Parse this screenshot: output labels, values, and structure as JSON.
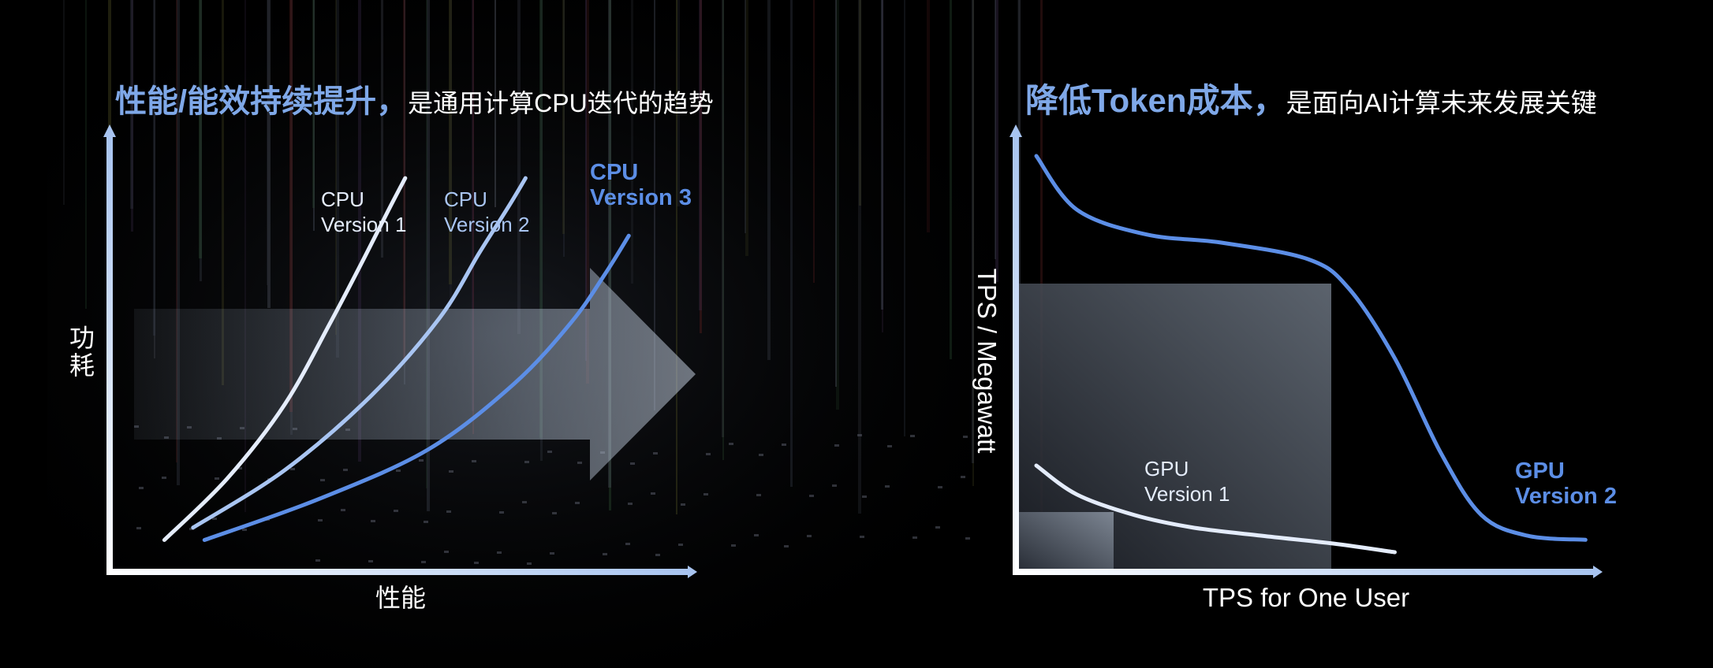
{
  "left": {
    "title_highlight": "性能/能效持续提升，",
    "title_rest": "是通用计算CPU迭代的趋势",
    "ylabel_line1": "功",
    "ylabel_line2": "耗",
    "xlabel": "性能"
  },
  "right": {
    "title_highlight": "降低Token成本，",
    "title_rest": "是面向AI计算未来发展关键",
    "ylabel": "TPS / Megawatt",
    "xlabel": "TPS for One User"
  },
  "colors": {
    "highlight": "#7fa8e8",
    "series_light": "#e4ecfb",
    "series_mid": "#a9c5f2",
    "series_accent": "#5c8ee6",
    "background": "#000000",
    "text": "#ffffff"
  },
  "chart_data": [
    {
      "type": "line",
      "title": "性能/能效持续提升，是通用计算CPU迭代的趋势",
      "xlabel": "性能",
      "ylabel": "功耗",
      "xlim": [
        0,
        100
      ],
      "ylim": [
        0,
        100
      ],
      "series": [
        {
          "name": "CPU Version 1",
          "name_lines": [
            "CPU",
            "Version 1"
          ],
          "emphasis": false,
          "color": "#e4ecfb",
          "x": [
            9,
            20,
            30,
            38,
            44,
            48,
            51
          ],
          "y": [
            7,
            22,
            40,
            60,
            76,
            87,
            95
          ]
        },
        {
          "name": "CPU Version 2",
          "name_lines": [
            "CPU",
            "Version 2"
          ],
          "emphasis": false,
          "color": "#a9c5f2",
          "x": [
            14,
            30,
            45,
            57,
            64,
            69,
            72
          ],
          "y": [
            10,
            24,
            42,
            61,
            77,
            88,
            95
          ]
        },
        {
          "name": "CPU Version 3",
          "name_lines": [
            "CPU",
            "Version 3"
          ],
          "emphasis": true,
          "color": "#5c8ee6",
          "x": [
            16,
            36,
            55,
            70,
            80,
            86,
            90
          ],
          "y": [
            7,
            17,
            29,
            45,
            60,
            72,
            81
          ]
        }
      ]
    },
    {
      "type": "line",
      "title": "降低Token成本，是面向AI计算未来发展关键",
      "xlabel": "TPS for One User",
      "ylabel": "TPS / Megawatt",
      "xlim": [
        0,
        100
      ],
      "ylim": [
        0,
        100
      ],
      "series": [
        {
          "name": "GPU Version 1",
          "name_lines": [
            "GPU",
            "Version 1"
          ],
          "emphasis": false,
          "color": "#e4ecfb",
          "x": [
            3,
            10,
            20,
            30,
            42,
            55,
            65
          ],
          "y": [
            25,
            18,
            13,
            10,
            8,
            6,
            4
          ]
        },
        {
          "name": "GPU Version 2",
          "name_lines": [
            "GPU",
            "Version 2"
          ],
          "emphasis": true,
          "color": "#5c8ee6",
          "x": [
            3,
            10,
            22,
            35,
            50,
            57,
            65,
            73,
            80,
            88,
            98
          ],
          "y": [
            100,
            87,
            81,
            79,
            75,
            68,
            51,
            28,
            13,
            8,
            7
          ]
        }
      ]
    }
  ]
}
